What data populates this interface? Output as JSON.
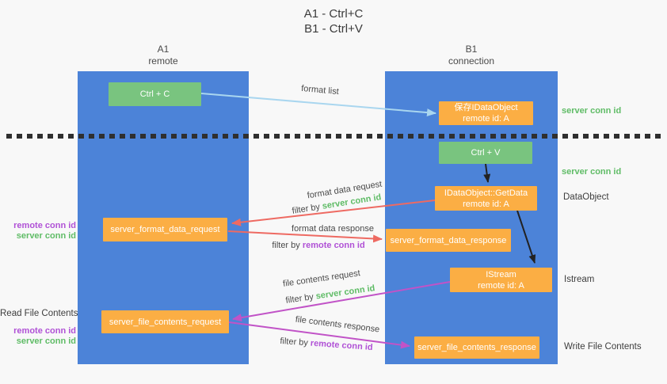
{
  "title": {
    "line1": "A1 - Ctrl+C",
    "line2": "B1 - Ctrl+V"
  },
  "columns": {
    "a": {
      "name": "A1",
      "role": "remote"
    },
    "b": {
      "name": "B1",
      "role": "connection"
    }
  },
  "boxes": {
    "ctrl_c": "Ctrl + C",
    "ctrl_v": "Ctrl + V",
    "save_dataobject": {
      "line1": "保存IDataObject",
      "line2": "remote id: A"
    },
    "getdata": {
      "line1": "IDataObject::GetData",
      "line2": "remote id: A"
    },
    "istream": {
      "line1": "IStream",
      "line2": "remote id: A"
    },
    "format_request": "server_format_data_request",
    "format_response": "server_format_data_response",
    "file_request": "server_file_contents_request",
    "file_response": "server_file_contents_response"
  },
  "arrow_labels": {
    "format_list": "format list",
    "format_data_request": "format data request",
    "format_data_response": "format data response",
    "file_contents_request": "file contents request",
    "file_contents_response": "file contents response",
    "filter_by": "filter by "
  },
  "tokens": {
    "server_conn_id": "server conn id",
    "remote_conn_id": "remote conn id"
  },
  "side_labels": {
    "dataobject": "DataObject",
    "istream": "Istream",
    "write_file_contents": "Write File Contents",
    "read_file_contents": "Read File Contents"
  },
  "colors": {
    "column_blue": "#4c83d8",
    "box_green": "#79c47f",
    "box_orange": "#fbae44",
    "conn_green": "#5fbc66",
    "conn_purple": "#b051d6",
    "arrow_red": "#ee6a62",
    "arrow_magenta": "#c153c7",
    "arrow_blue": "#a9d6ef",
    "arrow_black": "#222222",
    "dash_line": "#2f2f2f"
  }
}
